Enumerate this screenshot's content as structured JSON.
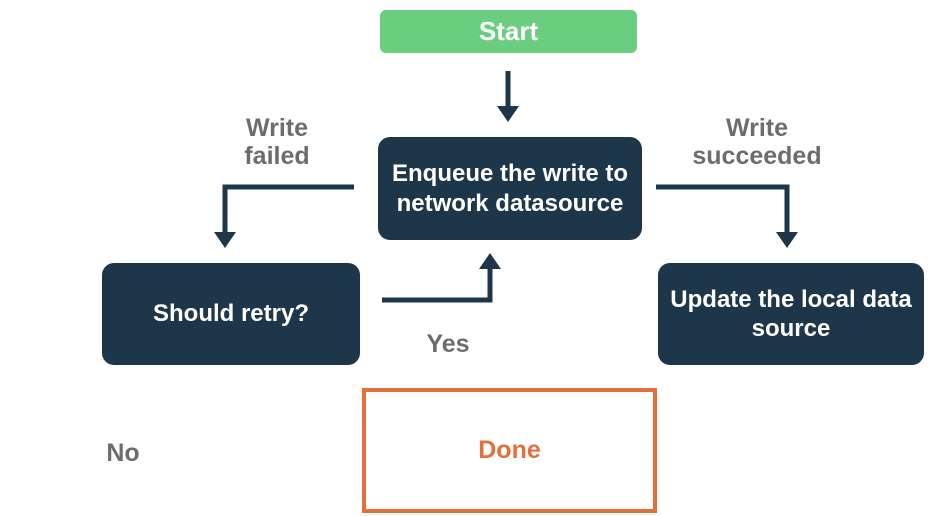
{
  "colors": {
    "start_fill": "#6bcd80",
    "node_fill": "#1d3649",
    "node_text": "#ffffff",
    "done_accent": "#e2703d",
    "edge_label_text": "#6d6d6d",
    "arrow": "#1d3649",
    "background": "#ffffff"
  },
  "nodes": {
    "start": {
      "label": "Start"
    },
    "enqueue": {
      "label": "Enqueue the write to\nnetwork datasource"
    },
    "should_retry": {
      "label": "Should retry?"
    },
    "update_local": {
      "label": "Update the local data\nsource"
    },
    "done": {
      "label": "Done"
    }
  },
  "edge_labels": {
    "write_failed": "Write\nfailed",
    "write_succeeded": "Write\nsucceeded",
    "yes": "Yes",
    "no": "No"
  }
}
